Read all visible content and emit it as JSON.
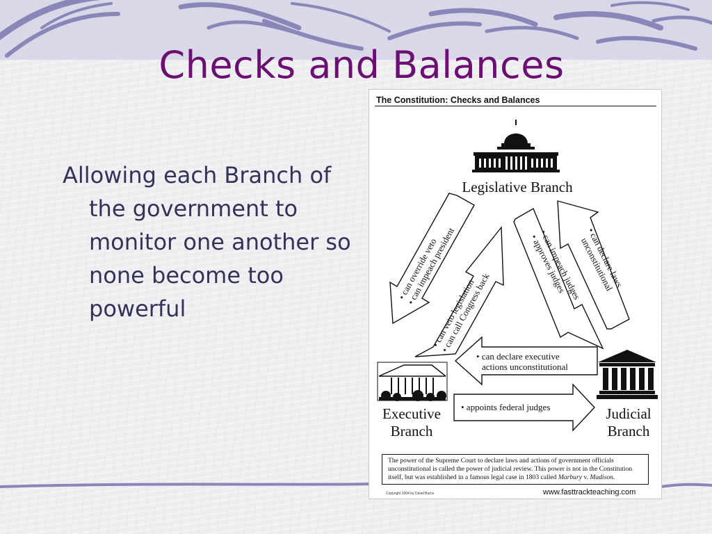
{
  "slide": {
    "title": "Checks and Balances",
    "bullet_text": "Allowing each Branch of the government to monitor one another so none become too powerful"
  },
  "figure": {
    "heading": "The Constitution:  Checks and Balances",
    "branches": {
      "legislative": "Legislative Branch",
      "executive_line1": "Executive",
      "executive_line2": "Branch",
      "judicial_line1": "Judicial",
      "judicial_line2": "Branch"
    },
    "checks": {
      "leg_to_exec_1": "• can override veto",
      "leg_to_exec_2": "• can impeach president",
      "exec_to_leg_1": "• can veto legislation",
      "exec_to_leg_2": "• can call Congress back",
      "leg_to_jud_1": "• can impeach judges",
      "leg_to_jud_2": "• approves judges",
      "jud_to_leg_1": "• can declare laws",
      "jud_to_leg_2": "unconstitutional",
      "jud_to_exec_1": "• can declare executive",
      "jud_to_exec_2": "actions unconstitutional",
      "exec_to_jud": "• appoints federal judges"
    },
    "note_part1": "The power of the Supreme Court to declare laws and actions of government officials unconstitutional is called the power of judicial review.  This power is not in the Constitution itself, but was established in a famous legal case in 1803 called ",
    "note_case_1": "Marbury",
    "note_case_v": " v. ",
    "note_case_2": "Madison",
    "note_end": ".",
    "copyright": "Copyright 2004 by David Burns",
    "website": "www.fasttrackteaching.com"
  },
  "colors": {
    "title": "#6b0f72",
    "body_text": "#33335a",
    "band": "#d9d8e8",
    "swirl": "#8a86b8"
  },
  "icons": [
    "capitol-icon",
    "white-house-icon",
    "courthouse-icon"
  ]
}
